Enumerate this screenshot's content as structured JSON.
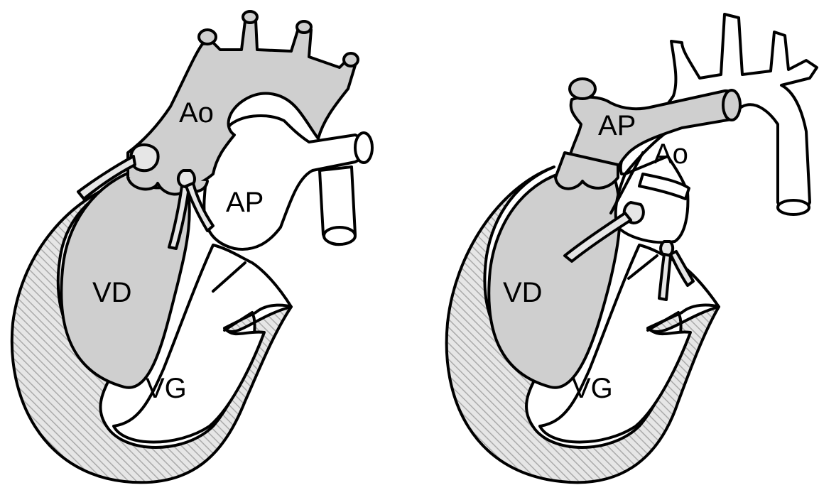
{
  "colors": {
    "vessel_fill": "#cfcfcf",
    "myocardium_fill": "#e6e6e6",
    "hatch_stroke": "#aaaaaa",
    "outline": "#000000",
    "background": "#ffffff"
  },
  "left_heart": {
    "label_ao": "Ao",
    "label_ap": "AP",
    "label_vd": "VD",
    "label_vg": "VG"
  },
  "right_heart": {
    "label_ap": "AP",
    "label_ao": "Ao",
    "label_vd": "VD",
    "label_vg": "VG"
  }
}
